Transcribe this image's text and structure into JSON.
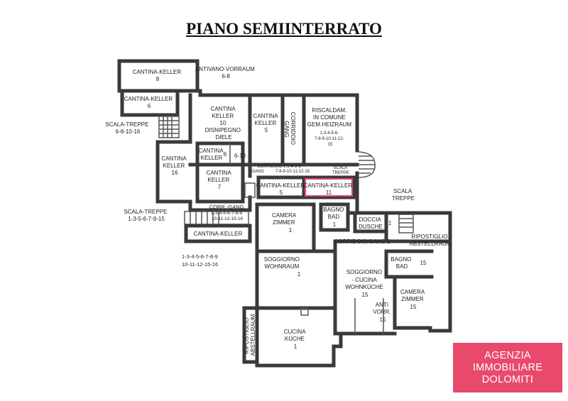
{
  "title": "PIANO SEMIINTERRATO",
  "rooms": {
    "cantina8": [
      "CANTINA-KELLER",
      "8"
    ],
    "cantina6top": [
      "CANTINA-KELLER",
      "6"
    ],
    "antivano": [
      "ANTIVANO-VORRAUM",
      "6-8"
    ],
    "scala1": [
      "SCALA-TREPPE",
      "6-8-10-16"
    ],
    "cantina10": [
      "CANTINA",
      "KELLER",
      "10",
      "DISNIPEGNO",
      "DIELE"
    ],
    "cantina5a": [
      "CANTINA",
      "KELLER",
      "5"
    ],
    "corridoio": [
      "CORRIDOIO",
      "GANG"
    ],
    "riscald": [
      "RISCALDAM.",
      "IN COMUNE",
      "GEM.HEIZRAUM",
      "1-3-4-5-6-",
      "7-8-9-10-11-12-",
      "15"
    ],
    "cantina16": [
      "CANTINA",
      "KELLER",
      "16"
    ],
    "cantina6b": [
      "CANTINA",
      "KELLER",
      "6"
    ],
    "n610": "6-10",
    "cantina7": [
      "CANTINA",
      "KELLER",
      "7"
    ],
    "corr2": [
      "CORRIDOIO 1-3-4-5-6-",
      "GANG",
      "7-8-9-10-11-12-15"
    ],
    "scala2": [
      "SCALA",
      "TREPPE"
    ],
    "cantina5b": [
      "CANTINA-KELLER",
      "5"
    ],
    "cantina11": [
      "CANTINA-KELLER",
      "11"
    ],
    "scala3": [
      "SCALA",
      "TREPPE"
    ],
    "scala4": [
      "SCALA-TREPPE",
      "1-3-5-6-7-9-15"
    ],
    "corr3": [
      "CORR.-GANG",
      "1-3-4-5-6-7-8-9",
      "10-11-12-15-16"
    ],
    "cantina_sm": "CANTINA-KELLER",
    "n_list": [
      "1-3-4-5-6-7-8-9",
      "10-11-12-15-16"
    ],
    "camera1": [
      "CAMERA",
      "ZIMMER",
      "1"
    ],
    "bagno1": [
      "BAGNO",
      "BAD",
      "1"
    ],
    "doccia": [
      "DOCCIA",
      "DUSCHE"
    ],
    "n1": "1",
    "ripostiglio": [
      "RIPOSTIGLIO",
      "ABSTELLRAUM"
    ],
    "corr4": "CORRIDOIO/GANG 1",
    "soggiorno1": [
      "SOGGIORNO",
      "WOHNRAUM",
      "1"
    ],
    "soggiorno15": [
      "SOGGIORNO",
      "- CUCINA",
      "WOHNKÜCHE",
      "15"
    ],
    "bagno15": [
      "BAGNO",
      "BAD",
      "15"
    ],
    "camera15": [
      "CAMERA",
      "ZIMMER",
      "15"
    ],
    "antivorr": [
      "ANTI",
      "VORR.",
      "15"
    ],
    "ripost2": [
      "RIPOSTIGLIO",
      "ABSTELLRAUM"
    ],
    "cucina": [
      "CUCINA",
      "KÜCHE",
      "1"
    ]
  },
  "logo": [
    "AGENZIA",
    "IMMOBILIARE",
    "DOLOMITI"
  ],
  "colors": {
    "logo": "#e94a6c",
    "highlight": "#e0457a",
    "wall": "#3a3a3a"
  }
}
